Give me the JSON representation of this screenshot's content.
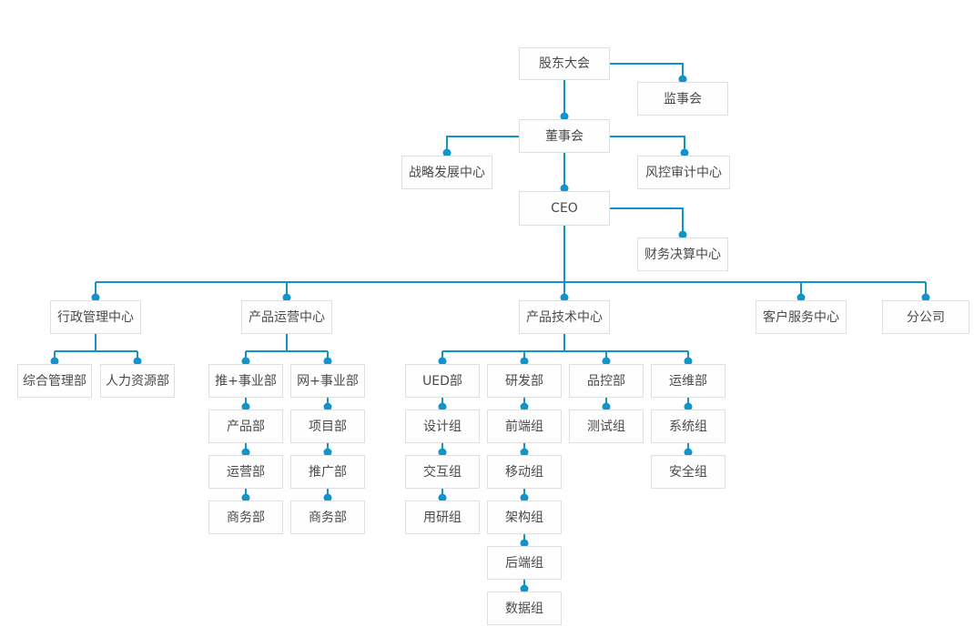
{
  "diagram": {
    "type": "org-chart",
    "colors": {
      "line": "#1293C9",
      "dot": "#1293C9",
      "box_border": "#DDDFE1",
      "box_bg": "#FEFEFE",
      "text": "#4A4A4B",
      "page_bg": "#FFFFFF"
    },
    "nodes": {
      "shareholders_meeting": {
        "label": "股东大会"
      },
      "supervisory_board": {
        "label": "监事会"
      },
      "board_of_directors": {
        "label": "董事会"
      },
      "strategy_center": {
        "label": "战略发展中心"
      },
      "risk_audit_center": {
        "label": "风控审计中心"
      },
      "ceo": {
        "label": "CEO"
      },
      "finance_center": {
        "label": "财务决算中心"
      },
      "admin_center": {
        "label": "行政管理中心"
      },
      "general_admin_dept": {
        "label": "综合管理部"
      },
      "hr_dept": {
        "label": "人力资源部"
      },
      "product_ops_center": {
        "label": "产品运营中心"
      },
      "tui_division": {
        "label": "推+事业部"
      },
      "wang_division": {
        "label": "网+事业部"
      },
      "product_dept": {
        "label": "产品部"
      },
      "project_dept": {
        "label": "项目部"
      },
      "operations_dept": {
        "label": "运营部"
      },
      "promotion_dept": {
        "label": "推广部"
      },
      "business_dept_1": {
        "label": "商务部"
      },
      "business_dept_2": {
        "label": "商务部"
      },
      "product_tech_center": {
        "label": "产品技术中心"
      },
      "ued_dept": {
        "label": "UED部"
      },
      "rnd_dept": {
        "label": "研发部"
      },
      "qc_dept": {
        "label": "品控部"
      },
      "ops_maintenance_dept": {
        "label": "运维部"
      },
      "design_group": {
        "label": "设计组"
      },
      "frontend_group": {
        "label": "前端组"
      },
      "testing_group": {
        "label": "测试组"
      },
      "system_group": {
        "label": "系统组"
      },
      "interaction_group": {
        "label": "交互组"
      },
      "mobile_group": {
        "label": "移动组"
      },
      "security_group": {
        "label": "安全组"
      },
      "user_research_group": {
        "label": "用研组"
      },
      "architecture_group": {
        "label": "架构组"
      },
      "backend_group": {
        "label": "后端组"
      },
      "data_group": {
        "label": "数据组"
      },
      "customer_service_center": {
        "label": "客户服务中心"
      },
      "branch_company": {
        "label": "分公司"
      }
    },
    "edges": [
      [
        "shareholders_meeting",
        "supervisory_board"
      ],
      [
        "shareholders_meeting",
        "board_of_directors"
      ],
      [
        "board_of_directors",
        "strategy_center"
      ],
      [
        "board_of_directors",
        "risk_audit_center"
      ],
      [
        "board_of_directors",
        "ceo"
      ],
      [
        "ceo",
        "finance_center"
      ],
      [
        "ceo",
        "admin_center"
      ],
      [
        "ceo",
        "product_ops_center"
      ],
      [
        "ceo",
        "product_tech_center"
      ],
      [
        "ceo",
        "customer_service_center"
      ],
      [
        "ceo",
        "branch_company"
      ],
      [
        "admin_center",
        "general_admin_dept"
      ],
      [
        "admin_center",
        "hr_dept"
      ],
      [
        "product_ops_center",
        "tui_division"
      ],
      [
        "product_ops_center",
        "wang_division"
      ],
      [
        "tui_division",
        "product_dept"
      ],
      [
        "product_dept",
        "operations_dept"
      ],
      [
        "operations_dept",
        "business_dept_1"
      ],
      [
        "wang_division",
        "project_dept"
      ],
      [
        "project_dept",
        "promotion_dept"
      ],
      [
        "promotion_dept",
        "business_dept_2"
      ],
      [
        "product_tech_center",
        "ued_dept"
      ],
      [
        "product_tech_center",
        "rnd_dept"
      ],
      [
        "product_tech_center",
        "qc_dept"
      ],
      [
        "product_tech_center",
        "ops_maintenance_dept"
      ],
      [
        "ued_dept",
        "design_group"
      ],
      [
        "design_group",
        "interaction_group"
      ],
      [
        "interaction_group",
        "user_research_group"
      ],
      [
        "rnd_dept",
        "frontend_group"
      ],
      [
        "frontend_group",
        "mobile_group"
      ],
      [
        "mobile_group",
        "architecture_group"
      ],
      [
        "architecture_group",
        "backend_group"
      ],
      [
        "backend_group",
        "data_group"
      ],
      [
        "qc_dept",
        "testing_group"
      ],
      [
        "ops_maintenance_dept",
        "system_group"
      ],
      [
        "system_group",
        "security_group"
      ]
    ]
  }
}
